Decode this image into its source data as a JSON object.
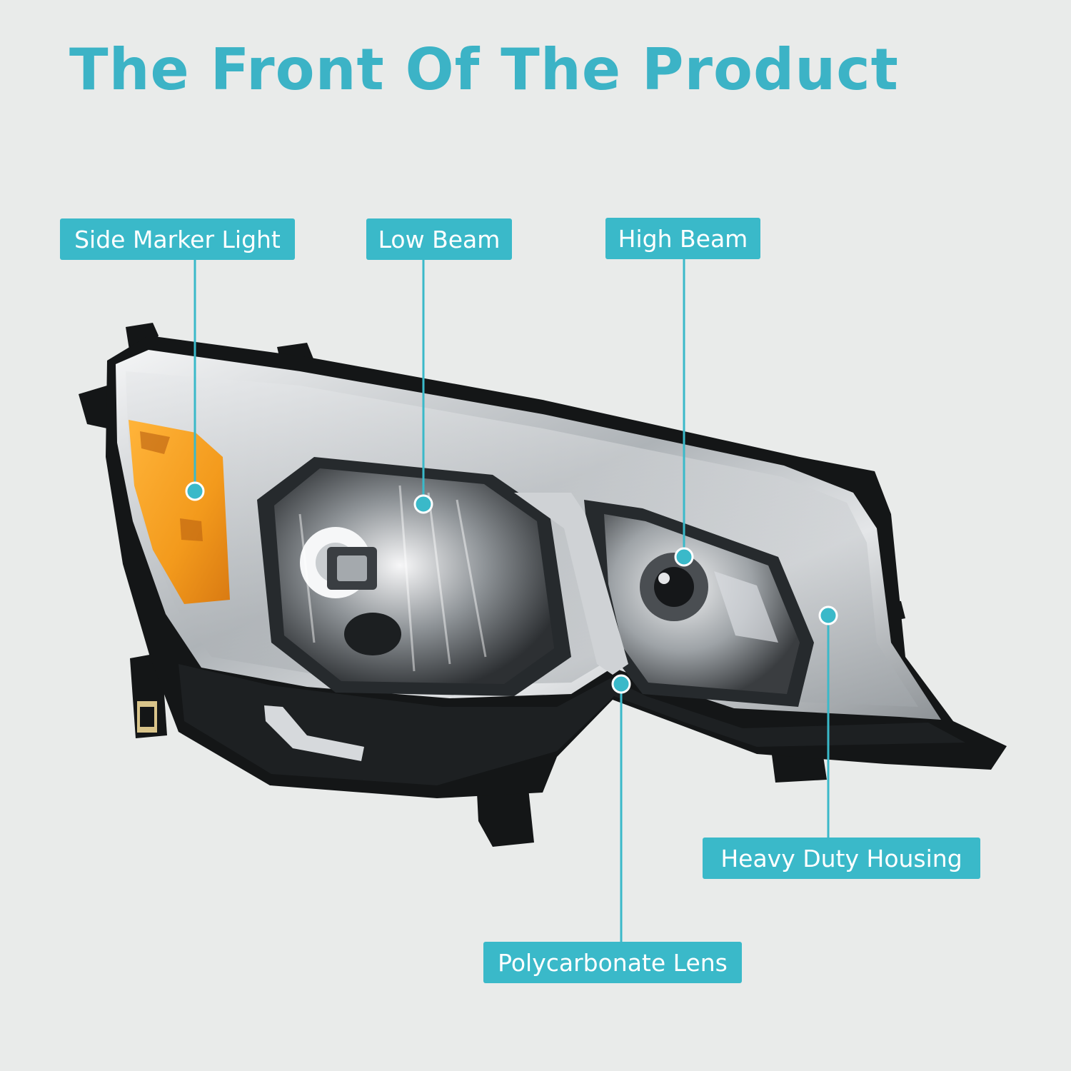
{
  "title": "The Front Of The Product",
  "colors": {
    "accent": "#3ab9c9",
    "title": "#3cb3c6",
    "background": "#e9ebea",
    "housing": "#141617",
    "chrome": "#b9bdc0",
    "amber": "#f39a1c"
  },
  "callouts": {
    "side_marker": "Side Marker Light",
    "low_beam": "Low Beam",
    "high_beam": "High Beam",
    "housing": "Heavy Duty Housing",
    "lens": "Polycarbonate Lens"
  }
}
